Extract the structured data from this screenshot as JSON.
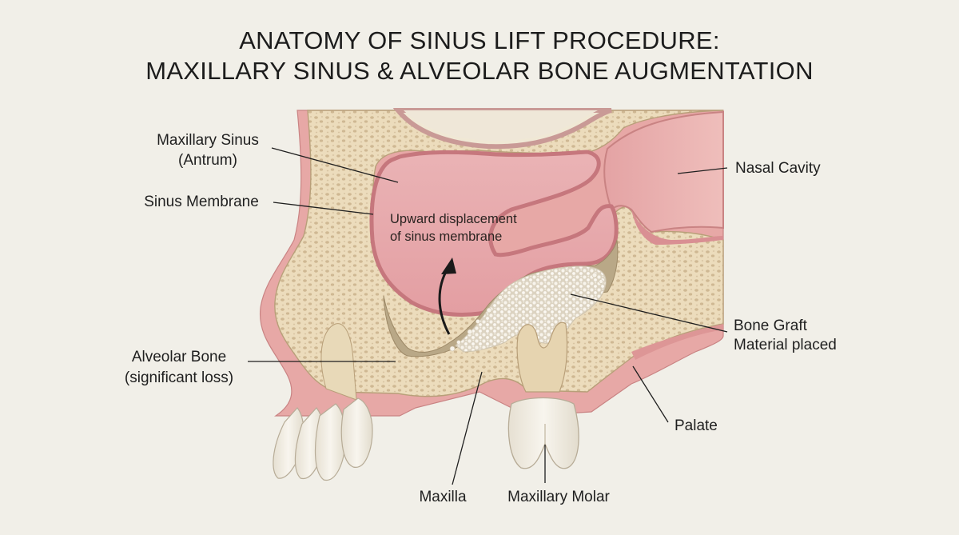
{
  "title": {
    "line1": "ANATOMY OF SINUS LIFT PROCEDURE:",
    "line2": "MAXILLARY SINUS & ALVEOLAR BONE AUGMENTATION"
  },
  "labels": {
    "maxillary_sinus_1": "Maxillary Sinus",
    "maxillary_sinus_2": "(Antrum)",
    "sinus_membrane": "Sinus Membrane",
    "alveolar_bone_1": "Alveolar Bone",
    "alveolar_bone_2": "(significant loss)",
    "nasal_cavity": "Nasal Cavity",
    "bone_graft_1": "Bone Graft",
    "bone_graft_2": "Material placed",
    "palate": "Palate",
    "maxilla": "Maxilla",
    "maxillary_molar": "Maxillary Molar",
    "displacement_1": "Upward displacement",
    "displacement_2": "of sinus membrane"
  },
  "colors": {
    "background": "#f1efe8",
    "bone": "#ecdcbc",
    "bone_pore": "#cdb792",
    "membrane_pink": "#d98f93",
    "sinus_interior": "#e7aeb0",
    "soft_tissue": "#e9a8a6",
    "graft": "#efe9dd",
    "tooth": "#f2eee4",
    "cavity_brown": "#b9a887"
  }
}
